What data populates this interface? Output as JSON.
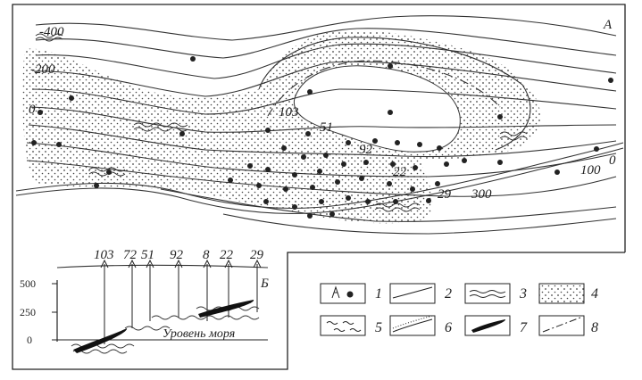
{
  "map": {
    "corner_label": "А",
    "contour_labels": [
      "-400",
      "-200",
      "0",
      "100",
      "0",
      "300"
    ],
    "well_labels": [
      "103",
      "51",
      "92",
      "22",
      "29"
    ]
  },
  "profile": {
    "well_labels": [
      "103",
      "72",
      "51",
      "92",
      "8",
      "22",
      "29"
    ],
    "y_ticks": [
      "500",
      "250",
      "0"
    ],
    "end_label": "Б",
    "sea_level_label": "Уровень моря"
  },
  "legend": {
    "items": [
      {
        "number": "1",
        "symbol": "well-symbols-icon"
      },
      {
        "number": "2",
        "symbol": "solid-line-icon"
      },
      {
        "number": "3",
        "symbol": "double-wavy-line-icon"
      },
      {
        "number": "4",
        "symbol": "dotted-fill-icon"
      },
      {
        "number": "5",
        "symbol": "wavy-marks-icon"
      },
      {
        "number": "6",
        "symbol": "dotted-band-icon"
      },
      {
        "number": "7",
        "symbol": "lens-body-icon"
      },
      {
        "number": "8",
        "symbol": "dash-dot-line-icon"
      }
    ]
  }
}
